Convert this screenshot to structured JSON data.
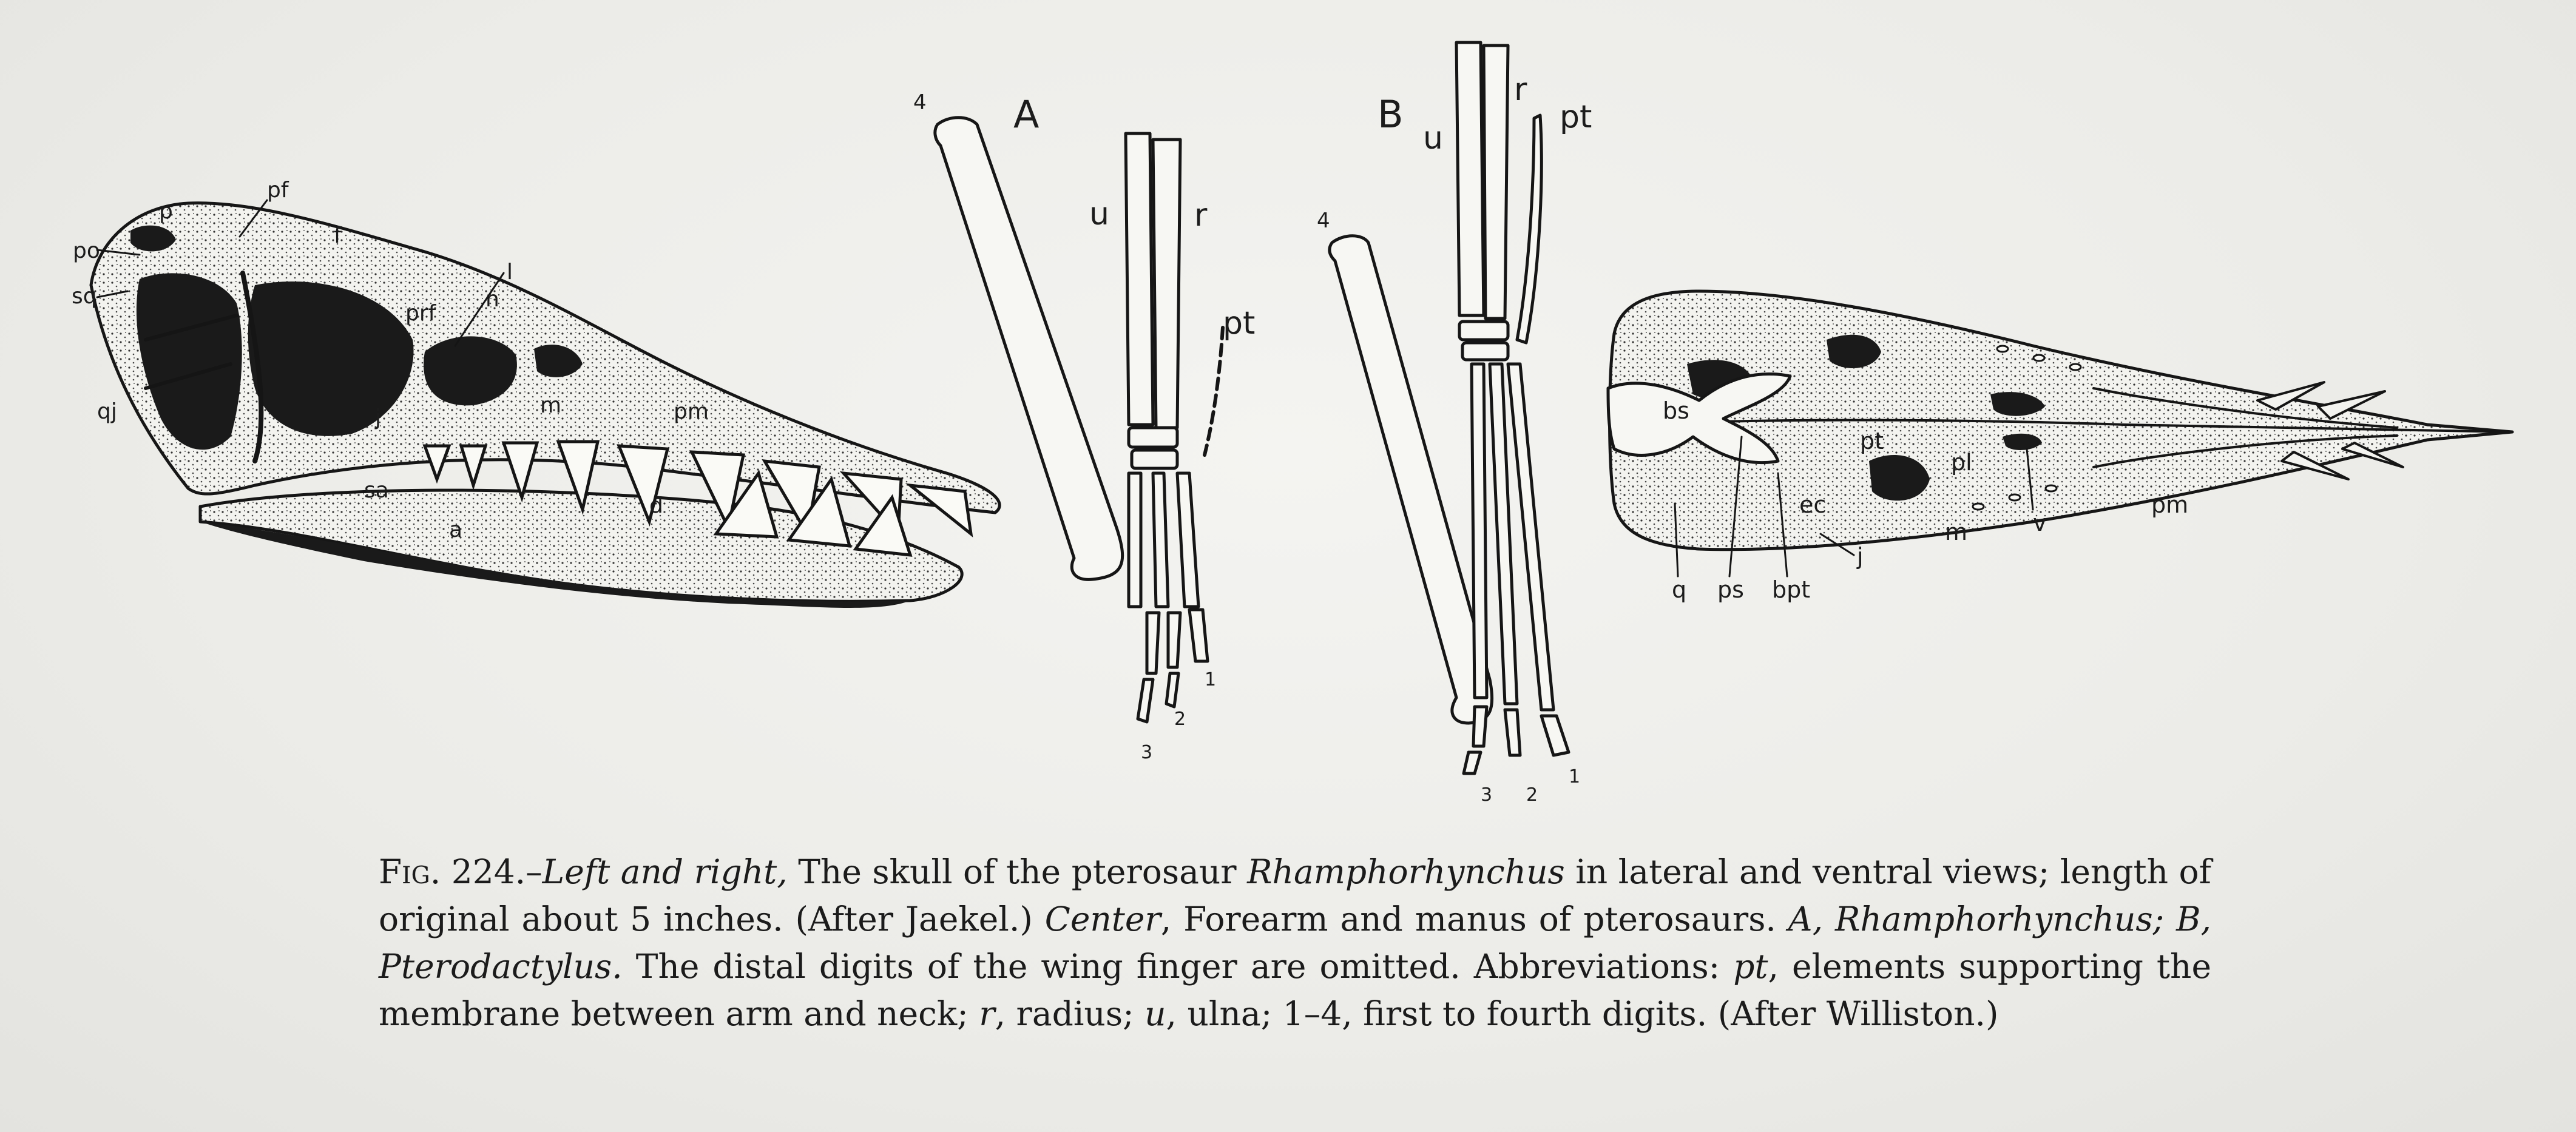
{
  "figure": {
    "panel_labels": {
      "a": "A",
      "b": "B"
    },
    "skull_lateral_labels": [
      "po",
      "sq",
      "p",
      "pf",
      "f",
      "l",
      "prf",
      "n",
      "qj",
      "j",
      "m",
      "pm",
      "sa",
      "d",
      "a"
    ],
    "forearm_a_labels": {
      "ulna": "u",
      "radius": "r",
      "pteroid": "pt",
      "digit4": "4",
      "digit1": "1",
      "digit2": "2",
      "digit3": "3"
    },
    "forearm_b_labels": {
      "ulna": "u",
      "radius": "r",
      "pteroid": "pt",
      "digit4": "4",
      "digit1": "1",
      "digit2": "2",
      "digit3": "3"
    },
    "skull_ventral_labels": [
      "bs",
      "pt",
      "pl",
      "ec",
      "m",
      "v",
      "pm",
      "q",
      "ps",
      "bpt",
      "j"
    ]
  },
  "caption": {
    "fig_label": "Fig. 224.",
    "dash": "–",
    "p1_italic": "Left and right,",
    "p2": " The skull of the pterosaur ",
    "p3_italic": "Rhamphorhynchus",
    "p4": " in lateral and ventral views; length of original about 5 inches. (After Jaekel.) ",
    "p5_italic": "Center",
    "p6": ", Forearm and manus of pterosaurs. ",
    "p7_italic": "A, Rhamphorhynchus; B, Pterodactylus.",
    "p8": " The distal digits of the wing finger are omitted. Abbreviations: ",
    "p9_italic": "pt",
    "p10": ", elements supporting the membrane between arm and neck; ",
    "p11_italic": "r",
    "p12": ", radius; ",
    "p13_italic": "u",
    "p14": ", ulna; 1–4, first to fourth digits. (After Williston.)"
  }
}
